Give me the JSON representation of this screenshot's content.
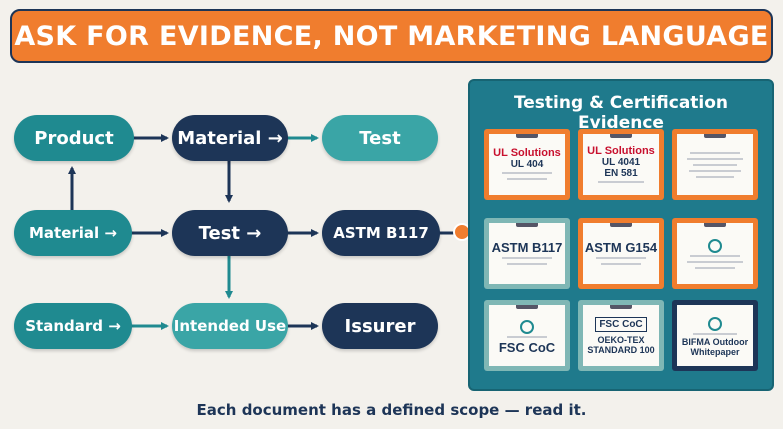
{
  "banner": {
    "title": "ASK FOR EVIDENCE, NOT MARKETING LANGUAGE"
  },
  "flow": {
    "nodes": {
      "product": "Product",
      "material_top": "Material →",
      "test_top": "Test",
      "material_mid": "Material →",
      "test_mid": "Test →",
      "astm": "ASTM B117",
      "standard": "Standard →",
      "intended_use": "Intended Use",
      "issurer": "Issurer"
    }
  },
  "panel": {
    "title": "Testing & Certification Evidence",
    "cards": [
      {
        "brand": "UL Solutions",
        "line1": "UL 404",
        "line2": ""
      },
      {
        "brand": "UL Solutions",
        "line1": "UL 4041",
        "line2": "EN 581"
      },
      {
        "brand": "",
        "line1": "",
        "line2": ""
      },
      {
        "brand": "",
        "line1": "ASTM B117",
        "line2": ""
      },
      {
        "brand": "",
        "line1": "ASTM G154",
        "line2": ""
      },
      {
        "brand": "",
        "line1": "",
        "line2": ""
      },
      {
        "brand": "",
        "line1": "FSC CoC",
        "line2": ""
      },
      {
        "brand": "FSC CoC",
        "line1": "OEKO-TEX",
        "line2": "STANDARD 100"
      },
      {
        "brand": "",
        "line1": "BIFMA Outdoor",
        "line2": "Whitepaper"
      }
    ]
  },
  "footer": {
    "text": "Each document has a defined scope — read it."
  },
  "colors": {
    "orange": "#f07d2e",
    "navy": "#1d3557",
    "teal": "#1f8a90",
    "panel_teal": "#1f7a8c"
  }
}
